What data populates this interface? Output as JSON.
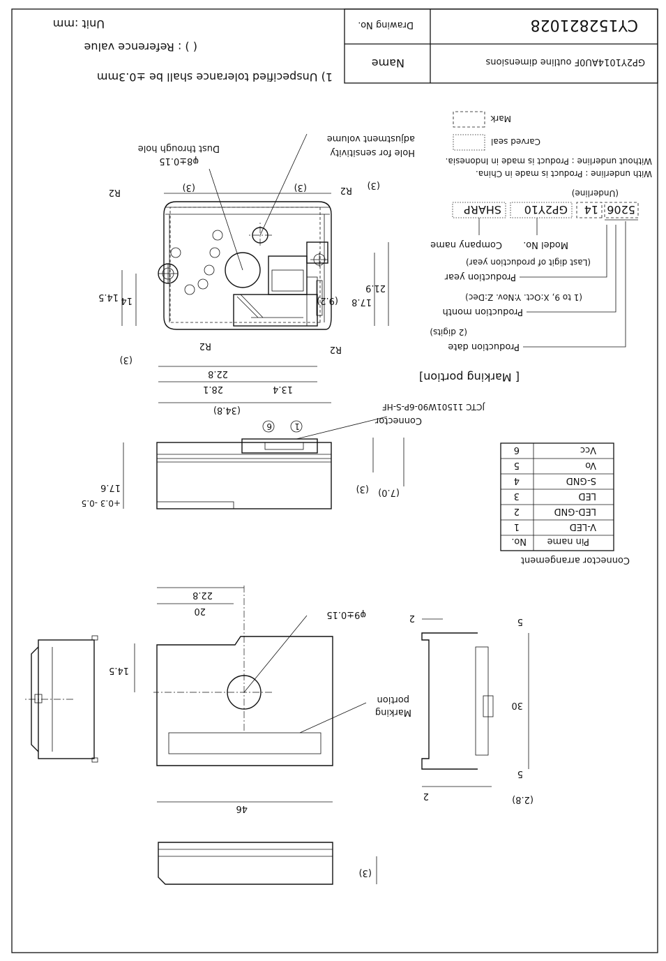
{
  "title_block": {
    "drawing_no_label": "Drawing No.",
    "drawing_no": "CY152821028",
    "name_label": "Name",
    "name": "GP2Y1014AU0F  outline dimensions"
  },
  "notes": {
    "unit": "Unit :mm",
    "reference": "(   ) : Reference value",
    "tolerance": "1)  Unspecified tolerance shall be ±0.3mm"
  },
  "legend": {
    "mark": "Mark",
    "carved_seal": "Carved seal",
    "without_underline": "Without underline : Product is made in Indonesia.",
    "with_underline": "With underline     : Product is made in China."
  },
  "marking": {
    "underline_label": "(Underline)",
    "company_box": "SHARP",
    "model_box": "GP2Y10",
    "year_month_box": "14",
    "date_box": "5206",
    "company_name": "Company name",
    "model_no": "Model No.",
    "production_year": "Production year",
    "production_year_note": "(Last digit of production year)",
    "production_month": "Production month",
    "production_month_note": "(1 to 9, X:Oct. Y:Nov. Z:Dec)",
    "production_date": "Production date",
    "production_date_note": "(2 digits)",
    "portion_title": "[ Marking portion]"
  },
  "top_view": {
    "dust_hole": "Dust through hole",
    "dust_hole_dim": "φ8±0.15",
    "sens_hole_line1": "Hole for sensitivity",
    "sens_hole_line2": "adjustment volume",
    "dims": {
      "d3a": "(3)",
      "d3b": "(3)",
      "d3c": "(3)",
      "d3d": "(3)",
      "r2a": "R2",
      "r2b": "R2",
      "r2c": "R2",
      "r2d": "R2",
      "d14_5": "14.5",
      "d14": "14",
      "d17_8": "17.8",
      "d21_9": "21.9",
      "d9_2": "(9.2)",
      "d22_8": "22.8",
      "d28_1": "28.1",
      "d13_4": "13.4",
      "d34_8": "(34.8)"
    }
  },
  "side_view": {
    "connector_label": "Connector",
    "connector_part": "JCTC  11501W90-6P-S-HF",
    "pin1": "1",
    "pin6": "6",
    "d17_6": "17.6",
    "tol": "+0.3 -0.5",
    "d3": "(3)",
    "d7": "(7.0)"
  },
  "connector_table": {
    "title": "Connector arrangement",
    "headers": [
      "No.",
      "Pin name"
    ],
    "rows": [
      [
        "1",
        "V-LED"
      ],
      [
        "2",
        "LED-GND"
      ],
      [
        "3",
        "LED"
      ],
      [
        "4",
        "S-GND"
      ],
      [
        "5",
        "Vo"
      ],
      [
        "6",
        "Vcc"
      ]
    ]
  },
  "bottom_view": {
    "d22_8": "22.8",
    "d20": "20",
    "d14_5": "14.5",
    "hole_dim": "φ9±0.15",
    "marking_line1": "Marking",
    "marking_line2": "portion",
    "d46": "46"
  },
  "right_view": {
    "d2a": "2",
    "d2b": "2",
    "d5a": "5",
    "d5b": "5",
    "d30": "30",
    "d2_8": "(2.8)"
  },
  "front_view": {
    "d3": "(3)"
  }
}
